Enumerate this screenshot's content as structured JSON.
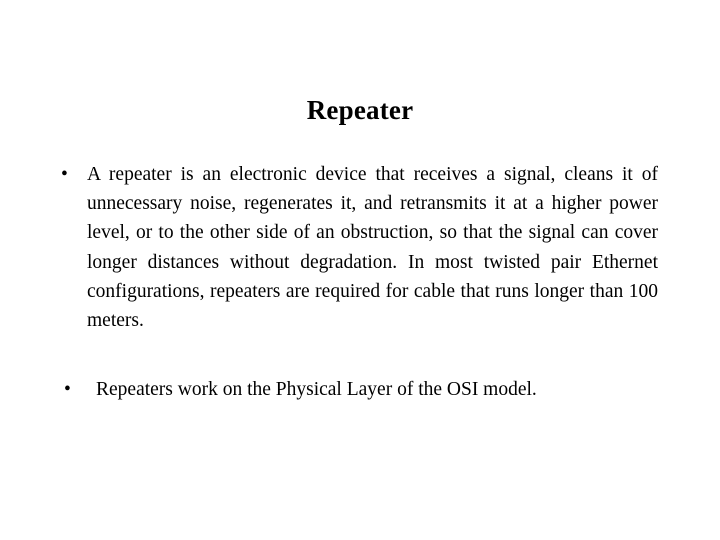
{
  "slide": {
    "title": "Repeater",
    "background_color": "#ffffff",
    "text_color": "#000000",
    "bullets": [
      {
        "marker": "•",
        "text": "A repeater is an electronic device that receives a signal, cleans it of unnecessary noise, regenerates it, and retransmits it at a higher power level, or to the other side of an obstruction, so that the signal can cover longer distances without degradation. In most twisted pair Ethernet configurations, repeaters are required for cable that runs longer than 100 meters."
      },
      {
        "marker": "•",
        "text": "Repeaters work on the Physical Layer of the OSI model."
      }
    ]
  }
}
